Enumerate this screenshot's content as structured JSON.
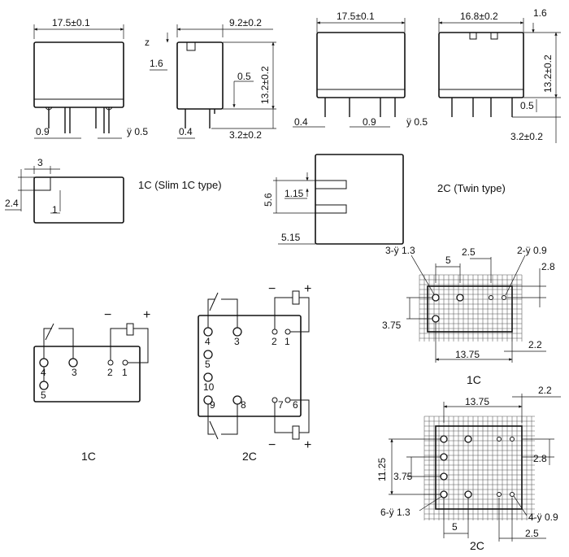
{
  "views": {
    "v1_width": "17.5±0.1",
    "v1_pitch": "0.9",
    "v1_pin": "ÿ 0.5",
    "v2_width": "9.2±0.2",
    "v2_z": "z",
    "v2_cap": "1.6",
    "v2_pinoff": "0.5",
    "v2_height": "13.2±0.2",
    "v2_pin": "0.4",
    "v2_pinlen": "3.2±0.2",
    "v3_width": "17.5±0.1",
    "v3_pinw": "0.4",
    "v3_pitch": "0.9",
    "v3_pin": "ÿ 0.5",
    "v4_width": "16.8±0.2",
    "v4_cap": "1.6",
    "v4_height": "13.2±0.2",
    "v4_pinoff": "0.5",
    "v4_pinlen": "3.2±0.2"
  },
  "tops": {
    "t1_w": "3",
    "t1_h": "2.4",
    "t1_v": "1",
    "t1_label": "1C (Slim 1C type)",
    "t2_h": "5.6",
    "t2_slot": "1.15",
    "t2_bottom": "5.15",
    "t2_label": "2C (Twin  type)"
  },
  "pcb1": {
    "holes_big": "3-ÿ 1.3",
    "holes_small": "2-ÿ 0.9",
    "d5": "5",
    "d25": "2.5",
    "d28": "2.8",
    "d375": "3.75",
    "d1375": "13.75",
    "d22": "2.2",
    "label": "1C"
  },
  "pcb2": {
    "d1375": "13.75",
    "d22": "2.2",
    "d1125": "11.25",
    "d28": "2.8",
    "d375": "3.75",
    "holes_big": "6-ÿ 1.3",
    "holes_small": "4-ÿ 0.9",
    "d5": "5",
    "d25": "2.5",
    "label": "2C"
  },
  "sch1": {
    "minus": "−",
    "plus": "+",
    "pins": [
      "4",
      "3",
      "2",
      "1",
      "5"
    ],
    "label": "1C"
  },
  "sch2": {
    "minus": "−",
    "plus": "+",
    "pins": [
      "4",
      "3",
      "2",
      "1",
      "5",
      "10",
      "9",
      "8",
      "7",
      "6"
    ],
    "label": "2C"
  }
}
